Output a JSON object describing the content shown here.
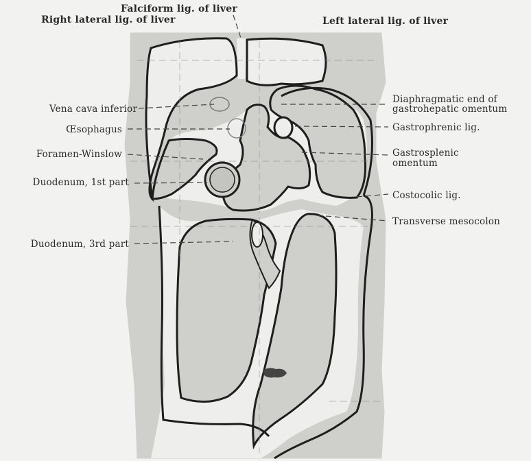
{
  "labels": {
    "falciform": "Falciform lig. of liver",
    "right_lateral": "Right lateral lig. of liver",
    "left_lateral": "Left lateral lig. of liver",
    "vena_cava": "Vena cava inferior",
    "esophagus": "Œsophagus",
    "foramen": "Foramen-Winslow",
    "duodenum1": "Duodenum, 1st part",
    "duodenum3": "Duodenum, 3rd part",
    "diaphragmatic_l1": "Diaphragmatic end of",
    "diaphragmatic_l2": "gastrohepatic omentum",
    "gastrophrenic": "Gastrophrenic lig.",
    "gastrosplenic_l1": "Gastrosplenic",
    "gastrosplenic_l2": "omentum",
    "costocolic": "Costocolic lig.",
    "transverse": "Transverse mesocolon"
  },
  "colors": {
    "background": "#f2f2f0",
    "shaded_region": "#cfcfcb",
    "outline": "#1e1e1e",
    "leader": "#555555"
  }
}
